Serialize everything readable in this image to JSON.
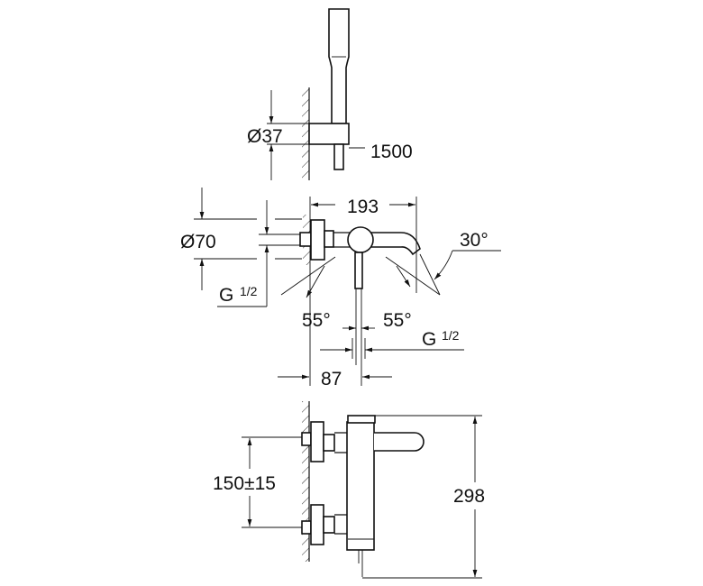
{
  "title": "Bath mixer dimension drawing",
  "shower_view": {
    "holder_diameter": "Ø37",
    "hose_length": "1500"
  },
  "top_view": {
    "projection": "193",
    "rosette_diameter": "Ø70",
    "inlet_left": {
      "g": "G",
      "fraction": "1/2"
    },
    "angle_spout": "30°",
    "angle_left": "55°",
    "angle_right": "55°",
    "outlet": {
      "g": "G",
      "fraction": "1/2"
    },
    "wall_to_center": "87"
  },
  "front_view": {
    "inlet_centers": "150±15",
    "height": "298"
  }
}
